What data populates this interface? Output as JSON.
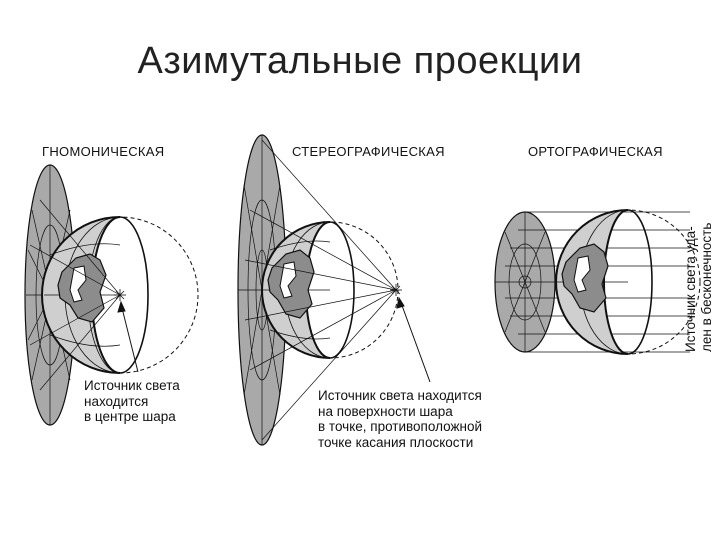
{
  "title": "Азимутальные проекции",
  "panels": {
    "gnomonic": {
      "label": "ГНОМОНИЧЕСКАЯ",
      "caption": [
        "Источник света",
        "находится",
        "в центре шара"
      ]
    },
    "stereographic": {
      "label": "СТЕРЕОГРАФИЧЕСКАЯ",
      "caption": [
        "Источник света находится",
        "на поверхности шара",
        "в точке, противоположной",
        "точке касания плоскости"
      ]
    },
    "orthographic": {
      "label": "ОРТОГРАФИЧЕСКАЯ",
      "caption": [
        "Источник света уда-",
        "лен в бесконечность"
      ]
    }
  },
  "colors": {
    "plane_fill": "#a9a9a9",
    "cap_fill": "#c8c8c8",
    "land_fill": "#8c8c8c",
    "line": "#111111"
  }
}
